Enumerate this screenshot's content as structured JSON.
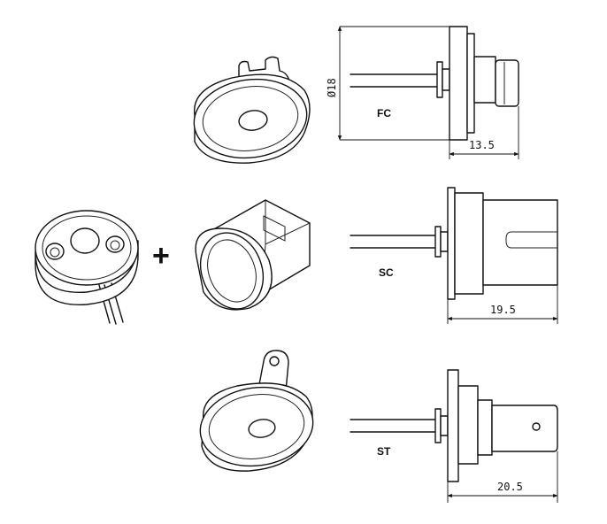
{
  "plus_sign": "+",
  "connectors": [
    {
      "label": "FC",
      "dimension": "13.5",
      "diameter": "Ø18"
    },
    {
      "label": "SC",
      "dimension": "19.5"
    },
    {
      "label": "ST",
      "dimension": "20.5"
    }
  ]
}
